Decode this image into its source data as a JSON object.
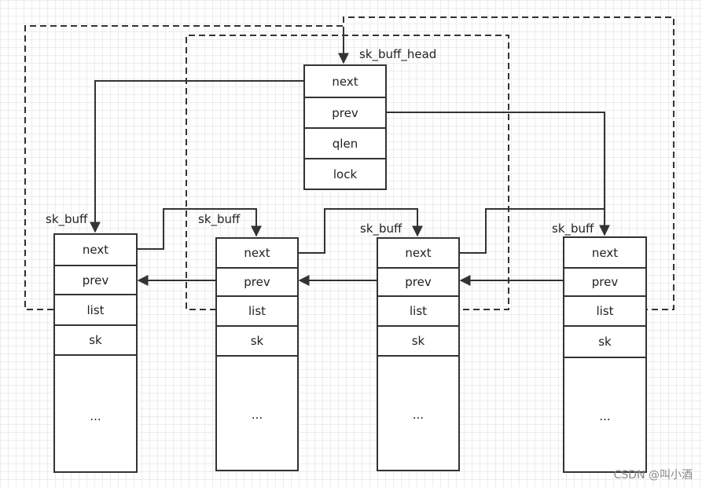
{
  "head": {
    "title": "sk_buff_head",
    "fields": [
      "next",
      "prev",
      "qlen",
      "lock"
    ]
  },
  "nodes": [
    {
      "title": "sk_buff",
      "fields": [
        "next",
        "prev",
        "list",
        "sk"
      ],
      "ellipsis": "..."
    },
    {
      "title": "sk_buff",
      "fields": [
        "next",
        "prev",
        "list",
        "sk"
      ],
      "ellipsis": "..."
    },
    {
      "title": "sk_buff",
      "fields": [
        "next",
        "prev",
        "list",
        "sk"
      ],
      "ellipsis": "..."
    },
    {
      "title": "sk_buff",
      "fields": [
        "next",
        "prev",
        "list",
        "sk"
      ],
      "ellipsis": "..."
    }
  ],
  "colors": {
    "line": "#333333",
    "grid": "#ececec"
  },
  "watermark": "CSDN @叫小酒"
}
